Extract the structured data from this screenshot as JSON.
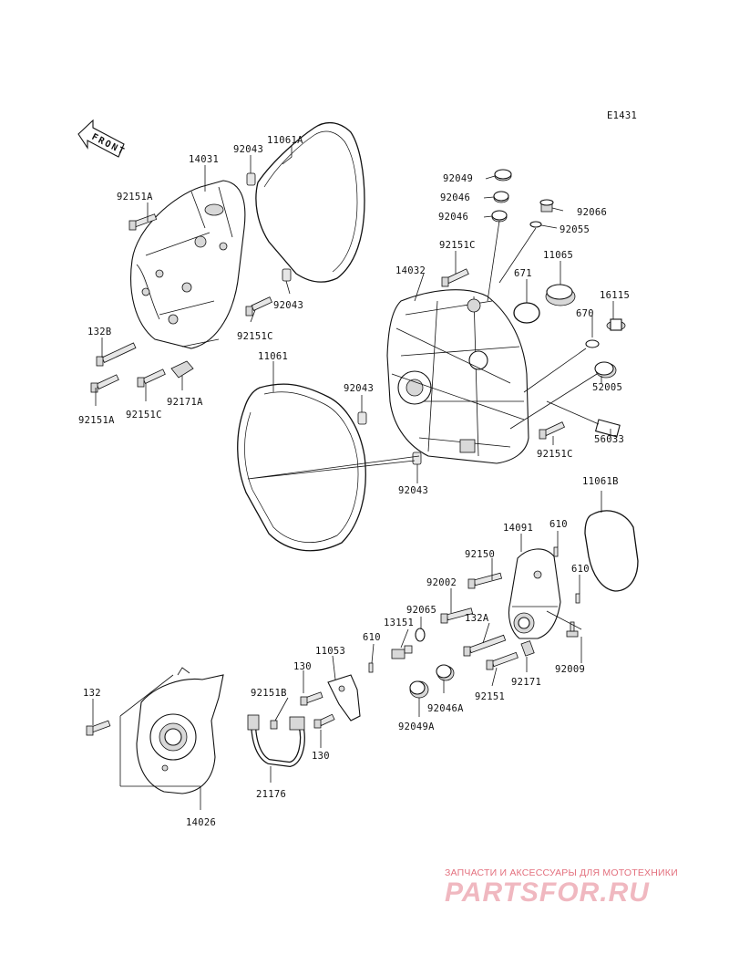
{
  "diagram": {
    "code": "E1431",
    "front_label": "FRONT",
    "part_numbers": {
      "p14031": "14031",
      "p92043_a": "92043",
      "p11061A": "11061A",
      "p92151A_a": "92151A",
      "p92043_b": "92043",
      "p92151C_a": "92151C",
      "p132B": "132B",
      "p92151A_b": "92151A",
      "p92151C_b": "92151C",
      "p92171A": "92171A",
      "p92049": "92049",
      "p92046_a": "92046",
      "p92046_b": "92046",
      "p92066": "92066",
      "p92055": "92055",
      "p92151C_c": "92151C",
      "p11065": "11065",
      "p14032": "14032",
      "p671": "671",
      "p16115": "16115",
      "p670": "670",
      "p11061": "11061",
      "p92043_c": "92043",
      "p52005": "52005",
      "p92151C_d": "92151C",
      "p56033": "56033",
      "p92043_d": "92043",
      "p11061B": "11061B",
      "p14091": "14091",
      "p610_a": "610",
      "p92150": "92150",
      "p610_b": "610",
      "p92002": "92002",
      "p92065": "92065",
      "p13151": "13151",
      "p132A": "132A",
      "p610_c": "610",
      "p11053": "11053",
      "p92171": "92171",
      "p92009": "92009",
      "p130_a": "130",
      "p92046A": "92046A",
      "p92151": "92151",
      "p132": "132",
      "p92151B": "92151B",
      "p92049A": "92049A",
      "p130_b": "130",
      "p21176": "21176",
      "p14026": "14026"
    }
  },
  "watermark": {
    "tagline": "ЗАПЧАСТИ И АКСЕССУАРЫ ДЛЯ МОТОТЕХНИКИ",
    "logo": "PARTSFOR.RU",
    "color": "#e3707e"
  }
}
